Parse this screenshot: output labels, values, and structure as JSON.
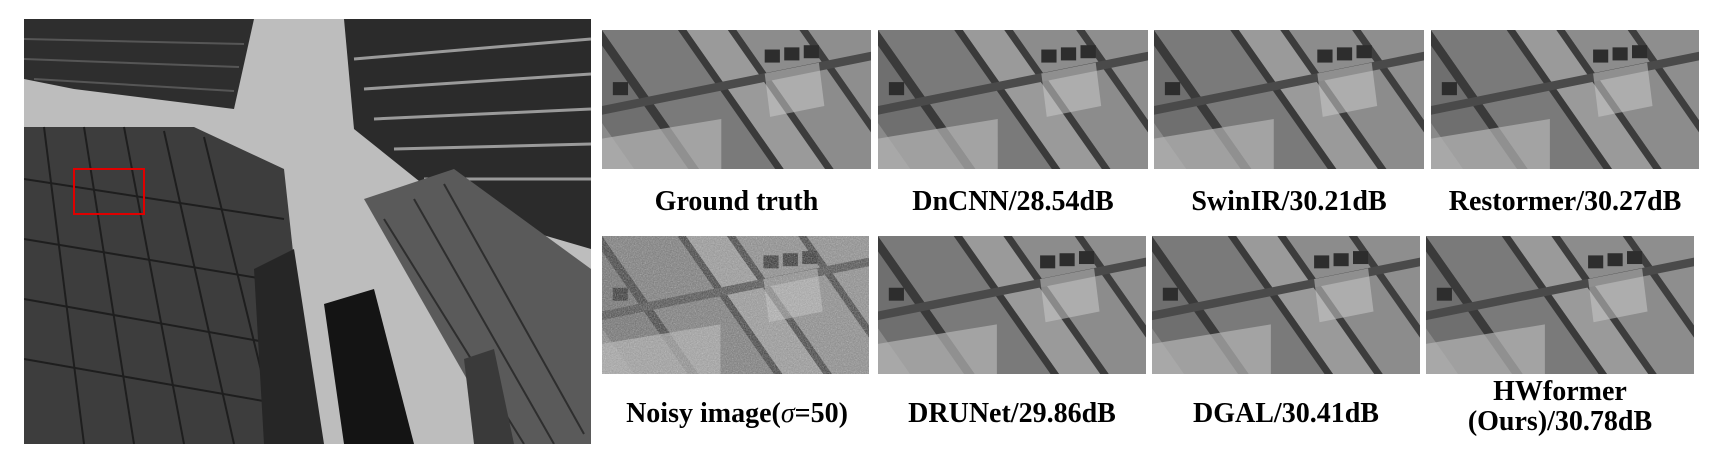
{
  "figure": {
    "main_image": {
      "name": "skyscrapers-grayscale-photo",
      "roi_color": "#e00000"
    },
    "top_row": [
      {
        "label": "Ground truth"
      },
      {
        "label": "DnCNN/28.54dB"
      },
      {
        "label": "SwinIR/30.21dB"
      },
      {
        "label": "Restormer/30.27dB"
      }
    ],
    "bottom_row": [
      {
        "label_prefix": "Noisy image(",
        "label_symbol": "σ",
        "label_suffix": "=50)"
      },
      {
        "label": "DRUNet/29.86dB"
      },
      {
        "label": "DGAL/30.41dB"
      },
      {
        "label_line1": "HWformer",
        "label_line2": "(Ours)/30.78dB"
      }
    ]
  }
}
